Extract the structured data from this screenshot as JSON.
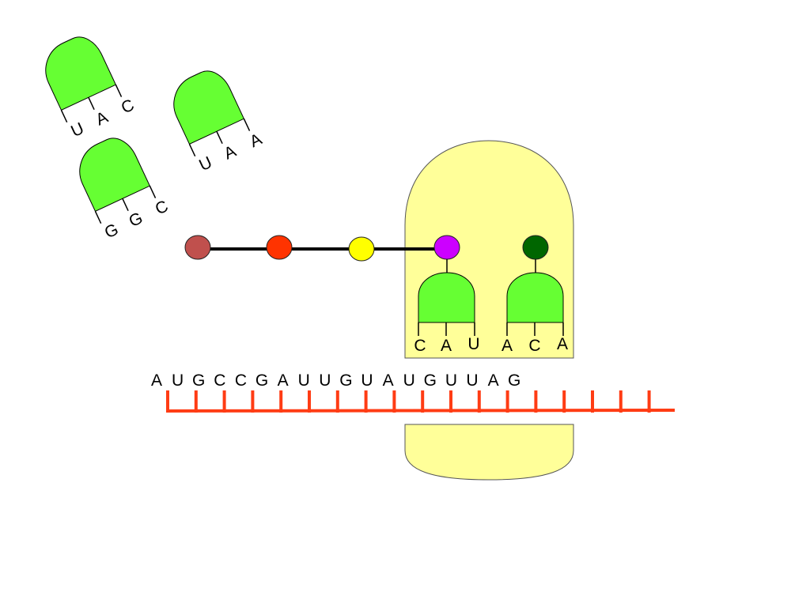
{
  "colors": {
    "ribosome": "#ffff99",
    "ribosome_stroke": "#555555",
    "trna": "#66ff33",
    "mrna": "#ff3c14",
    "bond": "#000000"
  },
  "free_trnas": [
    {
      "anticodon": [
        "U",
        "A",
        "C"
      ]
    },
    {
      "anticodon": [
        "U",
        "A",
        "A"
      ]
    },
    {
      "anticodon": [
        "G",
        "G",
        "C"
      ]
    }
  ],
  "bound_trnas": [
    {
      "anticodon": [
        "C",
        "A",
        "U"
      ]
    },
    {
      "anticodon": [
        "A",
        "C",
        "A"
      ]
    }
  ],
  "amino_acids": [
    {
      "color": "#c0504d"
    },
    {
      "color": "#ff3300"
    },
    {
      "color": "#ffff00"
    },
    {
      "color": "#cc00ff"
    },
    {
      "color": "#006600"
    }
  ],
  "mrna": {
    "sequence": [
      "A",
      "U",
      "G",
      "C",
      "C",
      "G",
      "A",
      "U",
      "U",
      "G",
      "U",
      "A",
      "U",
      "G",
      "U",
      "U",
      "A",
      "G"
    ]
  }
}
